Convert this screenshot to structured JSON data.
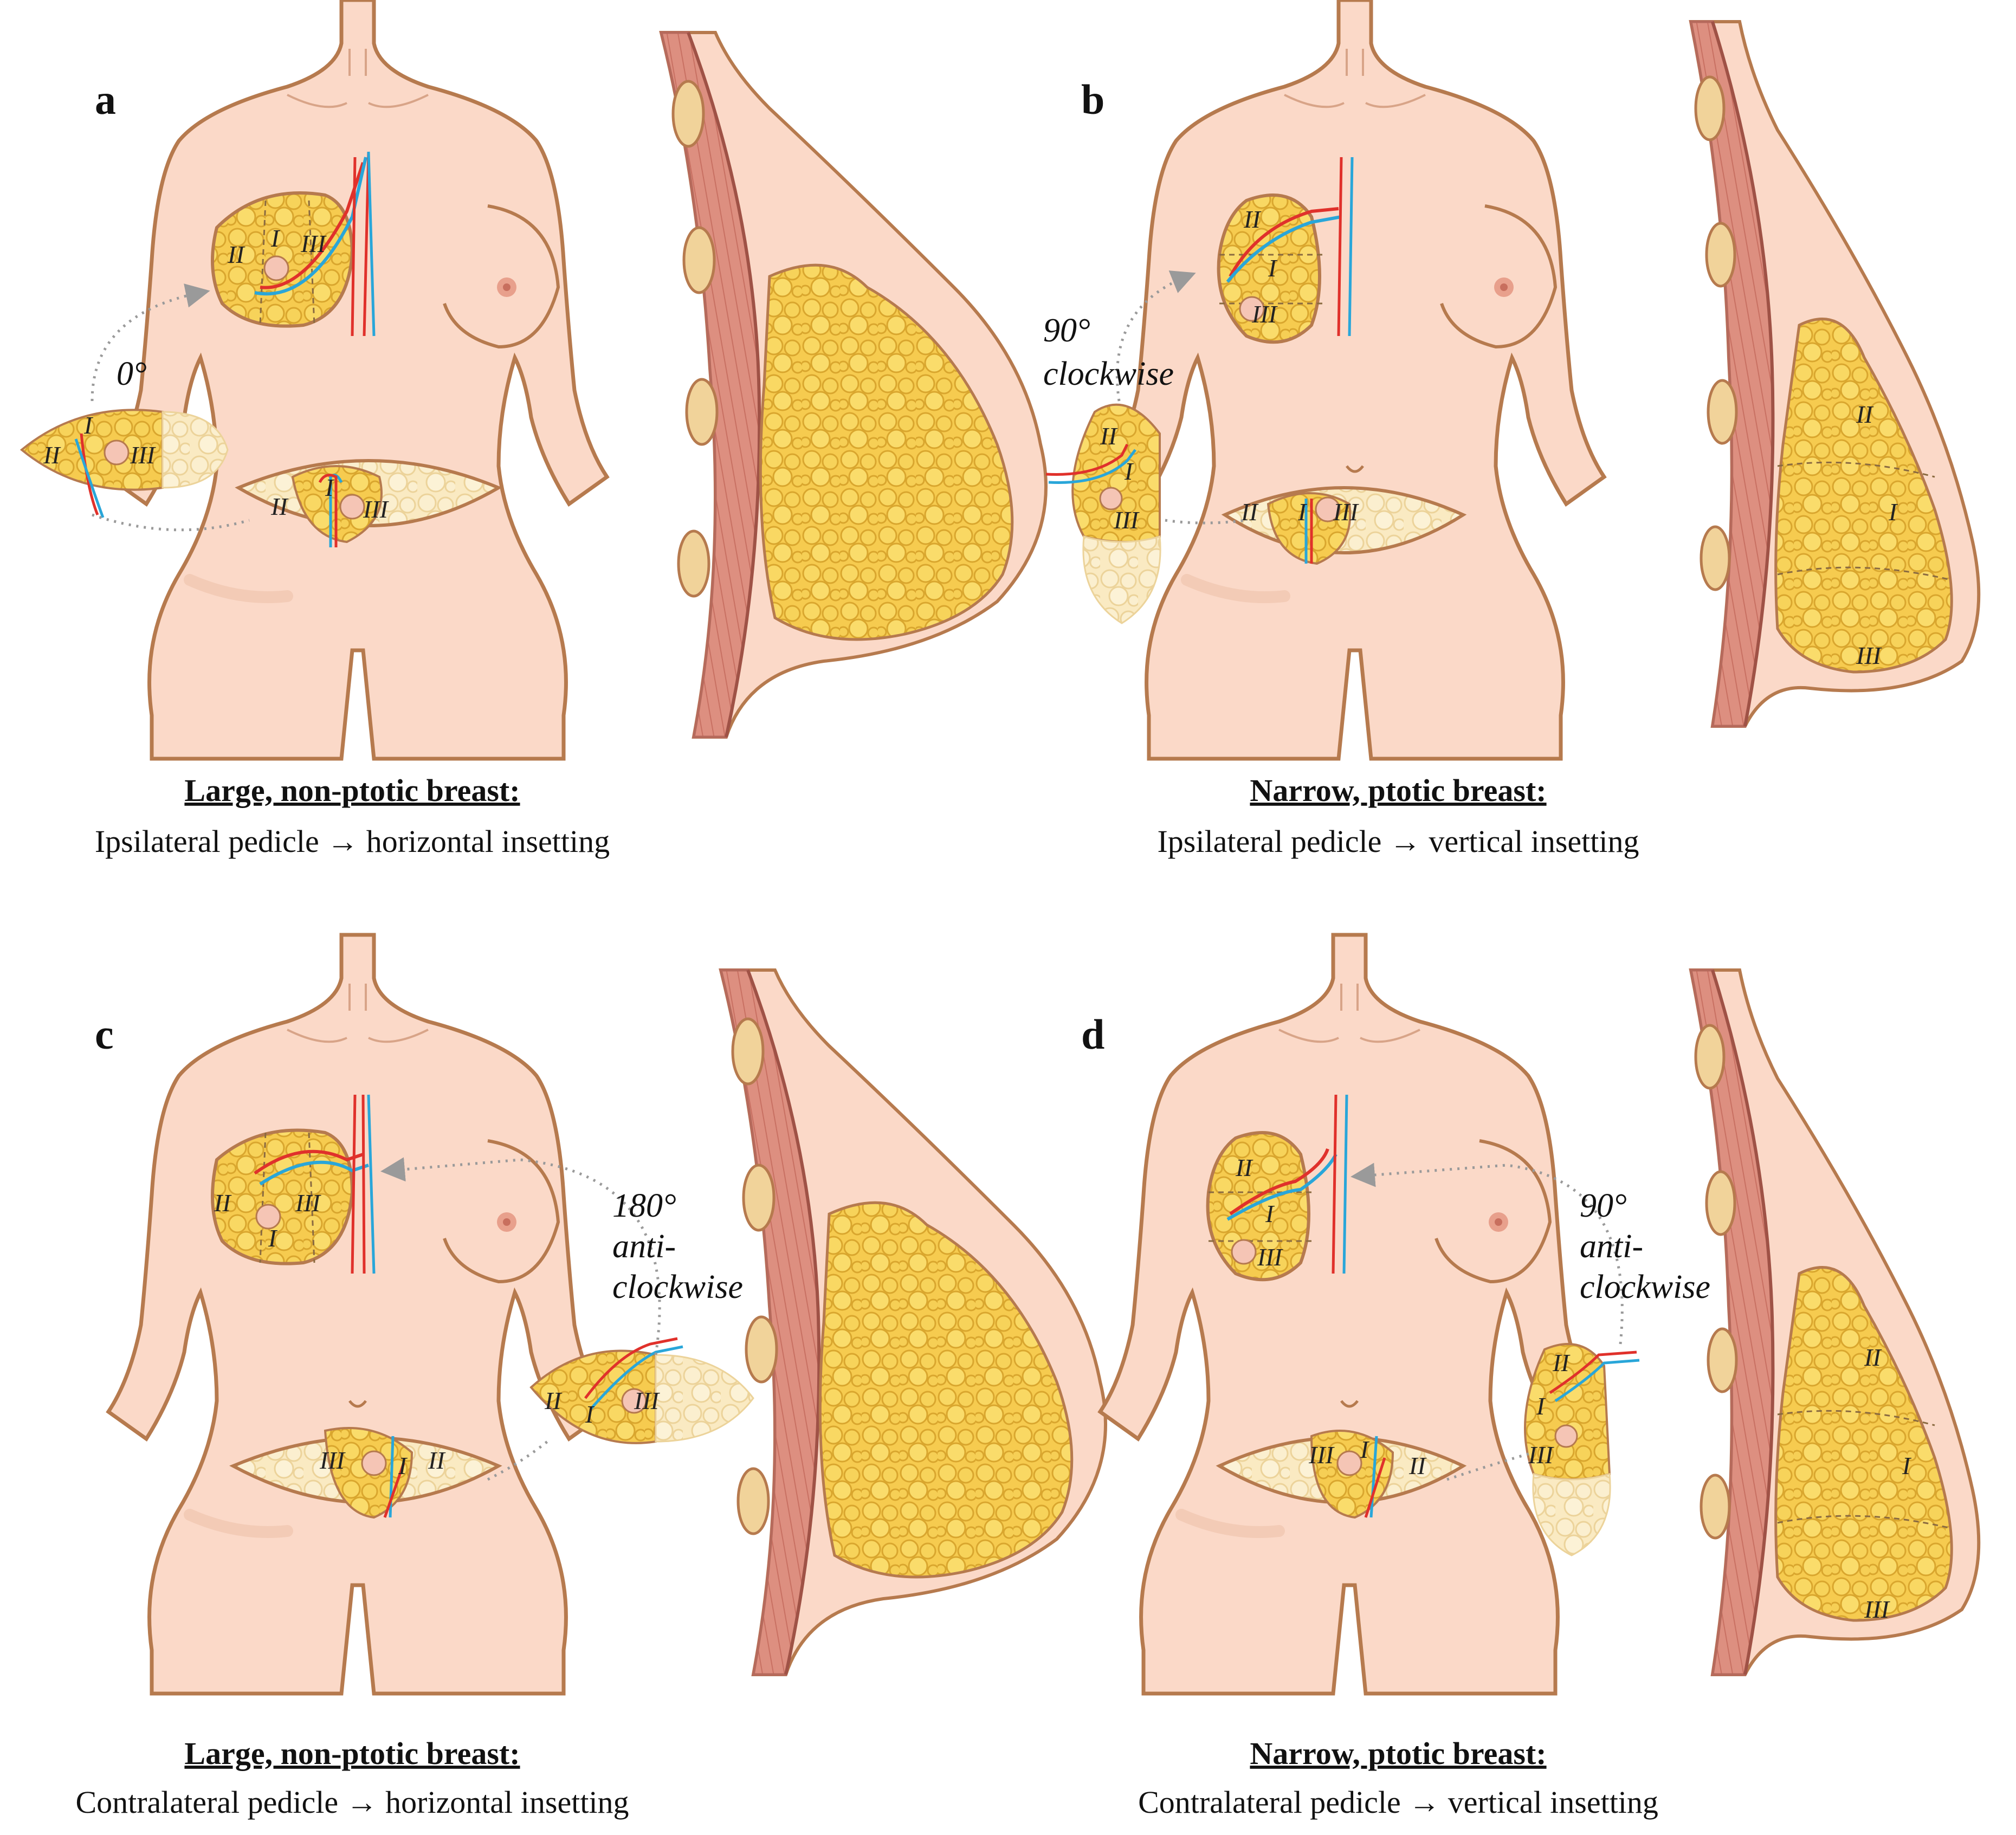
{
  "panels": [
    {
      "letter": "a",
      "caption_title": "Large, non-ptotic breast:",
      "caption_text": "Ipsilateral pedicle → horizontal insetting",
      "rotation": [
        "0°"
      ],
      "recon_zones": [
        "I",
        "II",
        "III"
      ],
      "flap_zones": [
        "I",
        "II",
        "III"
      ],
      "abdomen_zones": [
        "I",
        "II",
        "III"
      ],
      "profile_zones": []
    },
    {
      "letter": "b",
      "caption_title": "Narrow, ptotic breast:",
      "caption_text": "Ipsilateral pedicle → vertical insetting",
      "rotation": [
        "90°",
        "clockwise"
      ],
      "recon_zones": [
        "II",
        "I",
        "III"
      ],
      "flap_zones": [
        "II",
        "I",
        "III"
      ],
      "abdomen_zones": [
        "II",
        "I",
        "III"
      ],
      "profile_zones": [
        "II",
        "I",
        "III"
      ]
    },
    {
      "letter": "c",
      "caption_title": "Large, non-ptotic breast:",
      "caption_text": "Contralateral pedicle → horizontal insetting",
      "rotation": [
        "180°",
        "anti-",
        "clockwise"
      ],
      "recon_zones": [
        "II",
        "III",
        "I"
      ],
      "flap_zones": [
        "II",
        "I",
        "III"
      ],
      "abdomen_zones": [
        "III",
        "I",
        "II"
      ],
      "profile_zones": []
    },
    {
      "letter": "d",
      "caption_title": "Narrow, ptotic breast:",
      "caption_text": "Contralateral pedicle → vertical insetting",
      "rotation": [
        "90°",
        "anti-",
        "clockwise"
      ],
      "recon_zones": [
        "II",
        "I",
        "III"
      ],
      "flap_zones": [
        "II",
        "I",
        "III"
      ],
      "abdomen_zones": [
        "III",
        "I",
        "II"
      ],
      "profile_zones": [
        "II",
        "I",
        "III"
      ]
    }
  ],
  "colors": {
    "skin": "#fbd9c8",
    "skin_outline": "#b67a4e",
    "fat": "#f6cb4f",
    "fat_light": "#f9e6b4",
    "muscle": "#d98b7e",
    "artery": "#e0312b",
    "vein": "#29a6d9",
    "arrow": "#9a9a9a"
  }
}
